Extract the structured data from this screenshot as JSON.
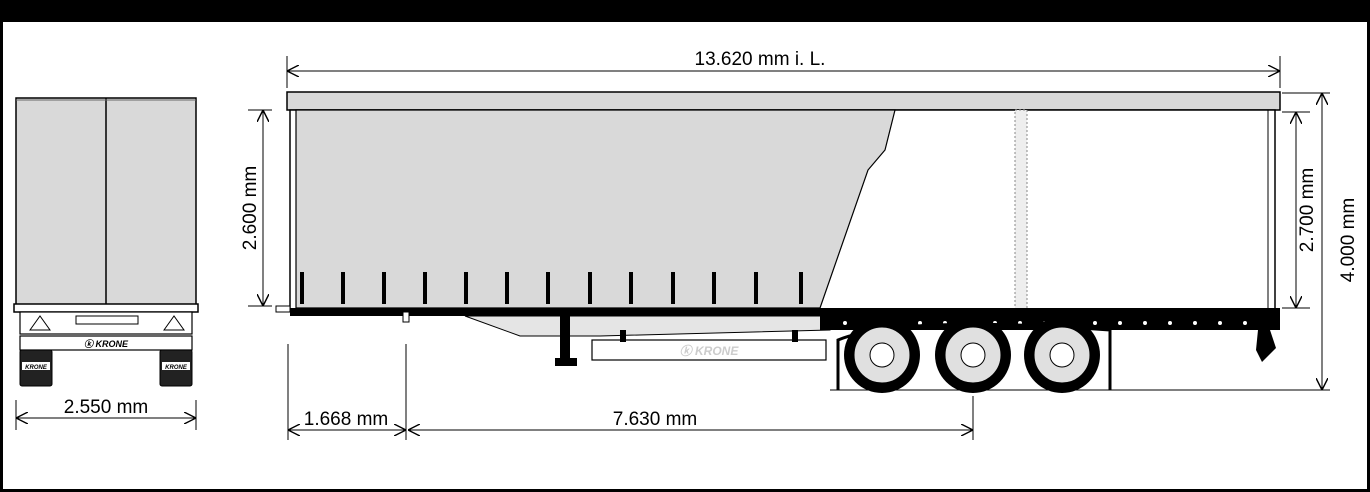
{
  "dimensions": {
    "length_inner": "13.620 mm i. L.",
    "width": "2.550 mm",
    "side_height": "2.600 mm",
    "inner_height": "2.700 mm",
    "total_height": "4.000 mm",
    "kingpin_offset": "1.668 mm",
    "wheelbase": "7.630 mm"
  },
  "brand": {
    "logo_text": "KRONE",
    "colors": {
      "curtain": "#d9d9d9",
      "frame": "#000000",
      "accent": "#ffffff"
    }
  }
}
